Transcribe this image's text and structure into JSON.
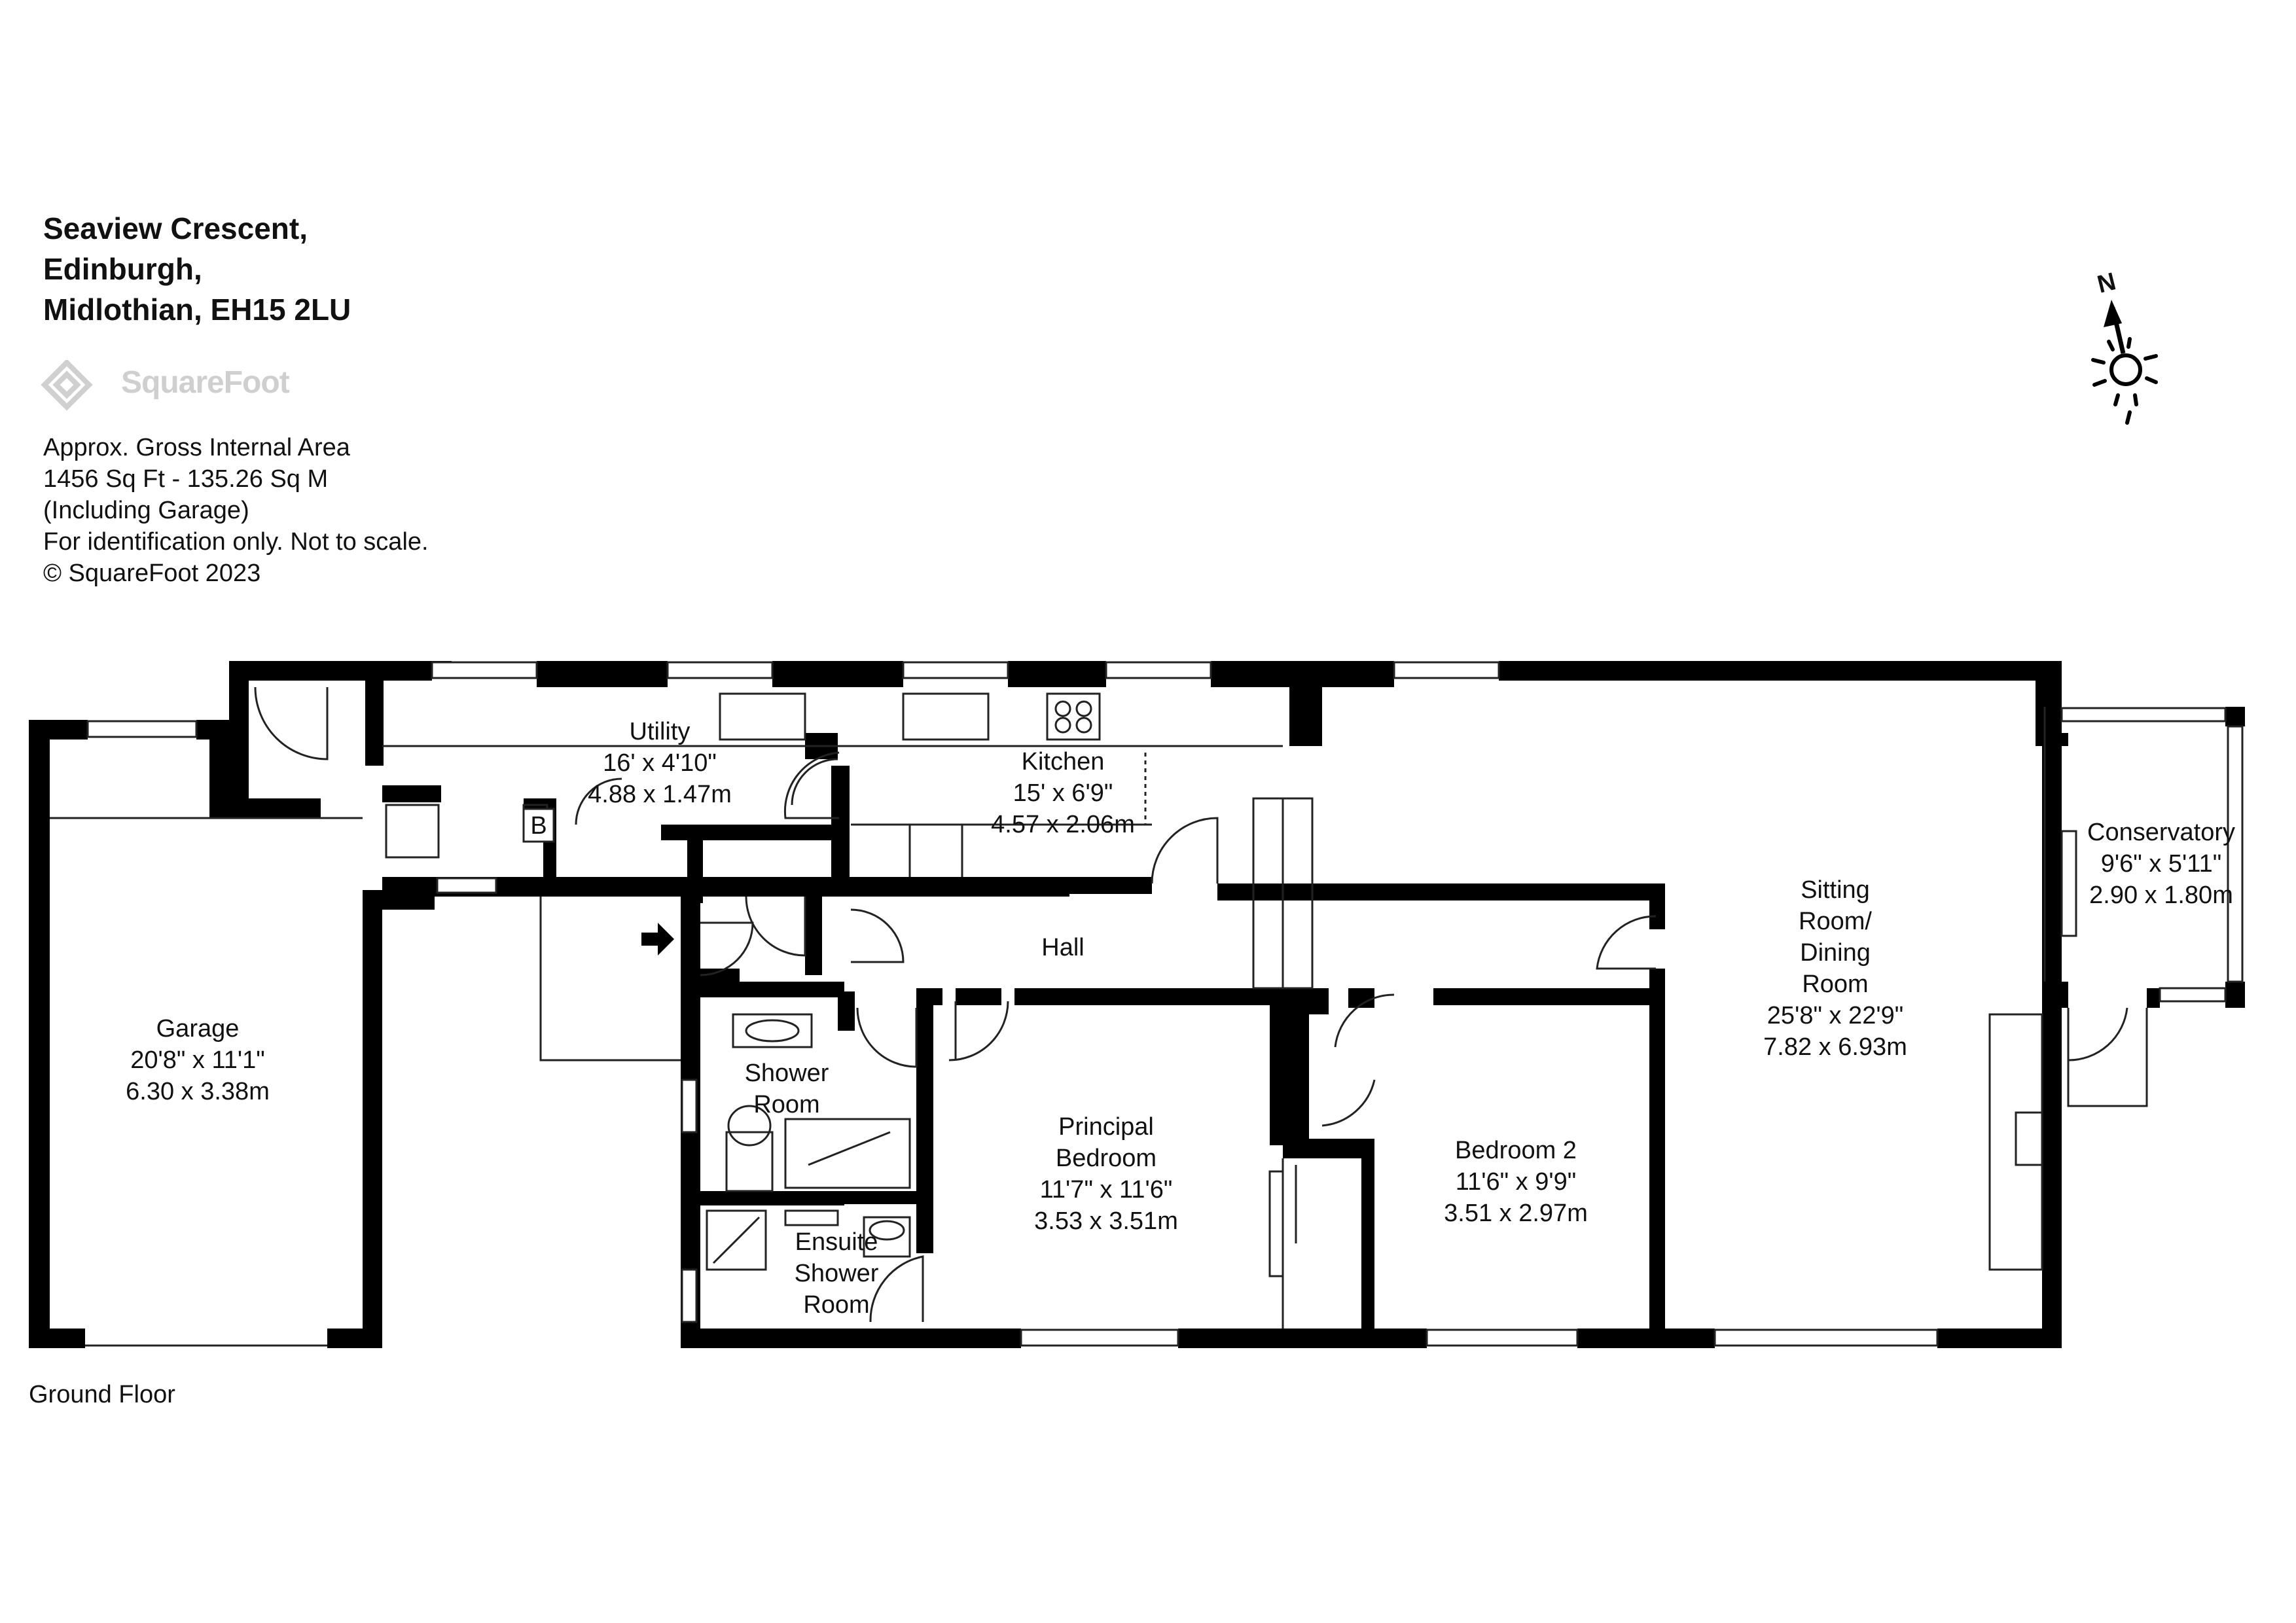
{
  "address": {
    "line1": "Seaview Crescent,",
    "line2": "Edinburgh,",
    "line3": "Midlothian, EH15 2LU"
  },
  "brand": {
    "name": "SquareFoot"
  },
  "area_info": {
    "line1": "Approx. Gross Internal Area",
    "line2": "1456 Sq Ft  - 135.26 Sq M",
    "line3": "(Including Garage)",
    "line4": "For identification only. Not to scale.",
    "line5": "© SquareFoot 2023"
  },
  "compass": {
    "label": "N"
  },
  "floor_label": "Ground Floor",
  "rooms": {
    "garage": {
      "name": "Garage",
      "imperial": "20'8\" x 11'1\"",
      "metric": "6.30 x 3.38m"
    },
    "utility": {
      "name": "Utility",
      "imperial": "16' x 4'10\"",
      "metric": "4.88 x 1.47m"
    },
    "kitchen": {
      "name": "Kitchen",
      "imperial": "15' x 6'9\"",
      "metric": "4.57 x 2.06m"
    },
    "hall": {
      "name": "Hall"
    },
    "shower_room": {
      "line1": "Shower",
      "line2": "Room"
    },
    "ensuite": {
      "line1": "Ensuite",
      "line2": "Shower",
      "line3": "Room"
    },
    "principal_bedroom": {
      "line1": "Principal",
      "line2": "Bedroom",
      "imperial": "11'7\" x 11'6\"",
      "metric": "3.53 x 3.51m"
    },
    "bedroom2": {
      "name": "Bedroom 2",
      "imperial": "11'6\" x 9'9\"",
      "metric": "3.51 x 2.97m"
    },
    "sitting_room": {
      "line1": "Sitting",
      "line2": "Room/",
      "line3": "Dining",
      "line4": "Room",
      "imperial": "25'8\" x 22'9\"",
      "metric": "7.82 x 6.93m"
    },
    "conservatory": {
      "name": "Conservatory",
      "imperial": "9'6\" x 5'11\"",
      "metric": "2.90 x 1.80m"
    },
    "boiler": {
      "label": "B"
    }
  }
}
